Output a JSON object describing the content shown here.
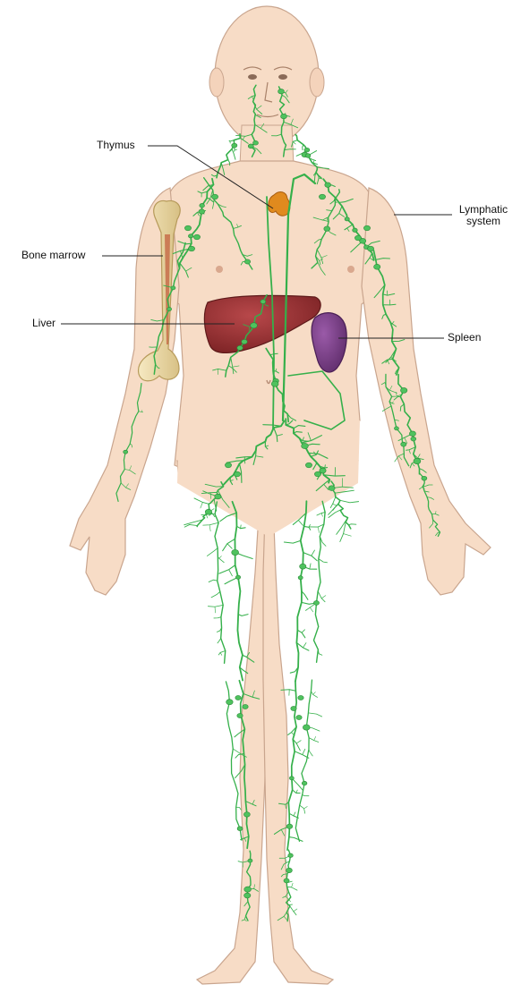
{
  "labels": {
    "thymus": "Thymus",
    "lymphatic_line1": "Lymphatic",
    "lymphatic_line2": "system",
    "bone_marrow": "Bone marrow",
    "liver": "Liver",
    "spleen": "Spleen"
  },
  "colors": {
    "skin": "#f7dcc6",
    "skin_outline": "#c9a58e",
    "lymph": "#35b04a",
    "liver": "#8f2a2a",
    "spleen": "#7a3b86",
    "thymus": "#e08a1e",
    "bone": "#eedba5",
    "leader_line": "#222222"
  }
}
